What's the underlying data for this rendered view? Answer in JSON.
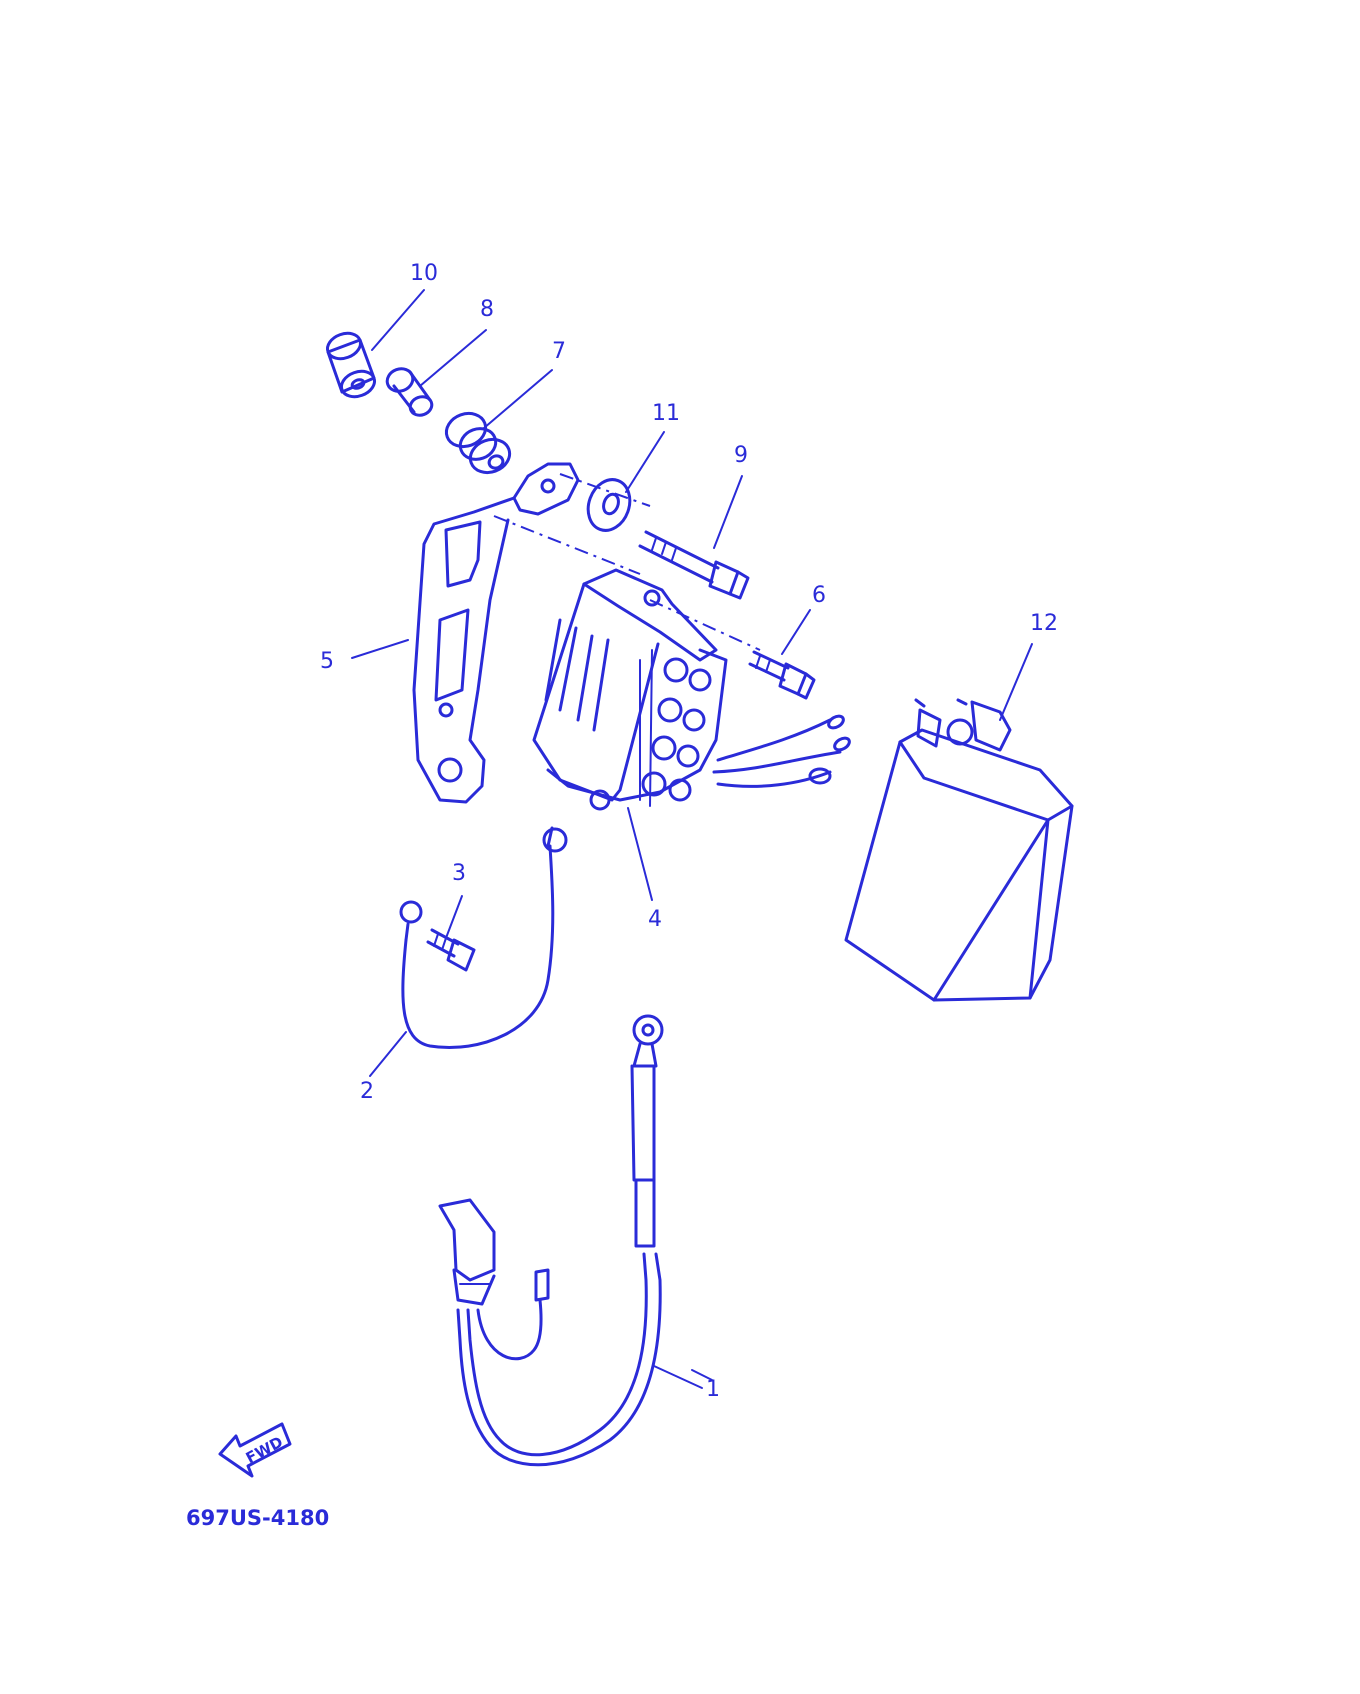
{
  "ink_color": "#2a2bd8",
  "background_color": "#ffffff",
  "diagram_code": "697US-4180",
  "fwd_label": "FWD",
  "callouts": {
    "p1": "1",
    "p2": "2",
    "p3": "3",
    "p4": "4",
    "p5": "5",
    "p6": "6",
    "p7": "7",
    "p8": "8",
    "p9": "9",
    "p10": "10",
    "p11": "11",
    "p12": "12"
  },
  "parts_shown": [
    "battery-cable",
    "ground-lead",
    "bolt",
    "rectifier-regulator",
    "bracket",
    "bolt",
    "grommet",
    "collar",
    "bolt",
    "spacer",
    "washer",
    "ignition-coil-box"
  ]
}
